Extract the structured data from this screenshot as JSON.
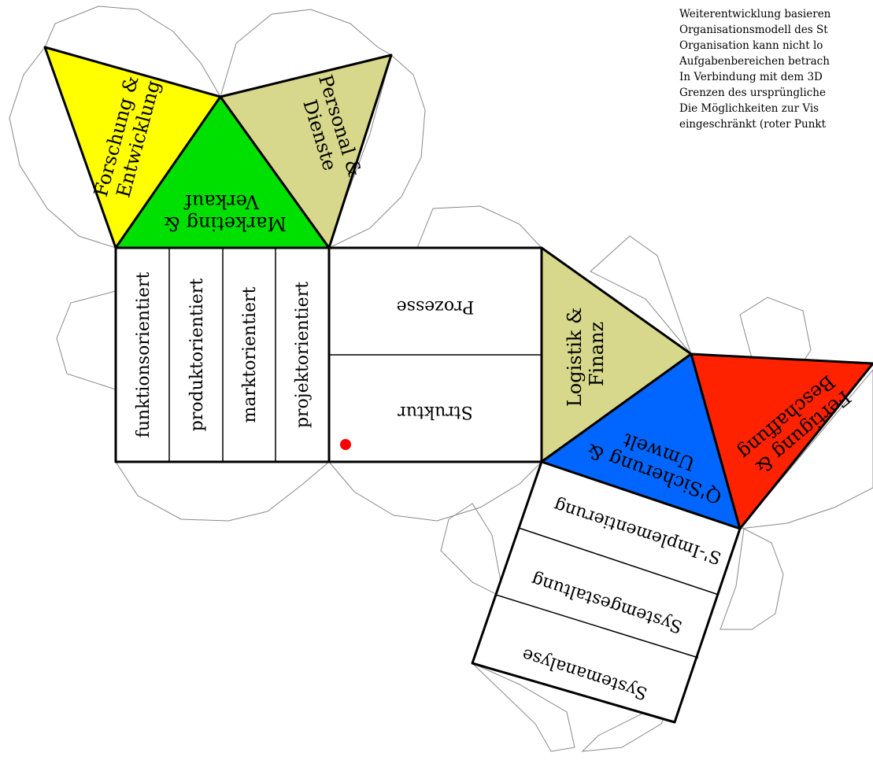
{
  "description_lines": [
    "Weiterentwicklung basieren",
    "Organisationsmodell des St",
    "Organisation kann nicht lo",
    "Aufgabenbereichen betrach",
    "In Verbindung mit dem 3D",
    "Grenzen des ursprüngliche",
    "Die Möglichkeiten zur Vis",
    "eingeschränkt (roter Punkt"
  ],
  "triangles": {
    "forschung": {
      "line1": "Forschung &",
      "line2": "Entwicklung",
      "color": "#ffff00"
    },
    "marketing": {
      "line1": "Marketing &",
      "line2": "Verkauf",
      "color": "#00e000"
    },
    "personal": {
      "line1": "Personal &",
      "line2": "Dienste",
      "color": "#d8d88c"
    },
    "logistik": {
      "line1": "Logistik &",
      "line2": "Finanz",
      "color": "#d8d88c"
    },
    "qsicherung": {
      "line1": "Q'Sicherung &",
      "line2": "Umwelt",
      "color": "#0066ff"
    },
    "fertigung": {
      "line1": "Fertigung &",
      "line2": "Beschaffung",
      "color": "#ff2200"
    }
  },
  "columns": [
    "funktionsorientiert",
    "produktorientiert",
    "marktorientiert",
    "projektorientiert"
  ],
  "square": {
    "top": "Prozesse",
    "bottom": "Struktur"
  },
  "strip": [
    "S'-Implementierung",
    "Systemgestaltung",
    "Systemanalyse"
  ],
  "marker_color": "#ff0000"
}
